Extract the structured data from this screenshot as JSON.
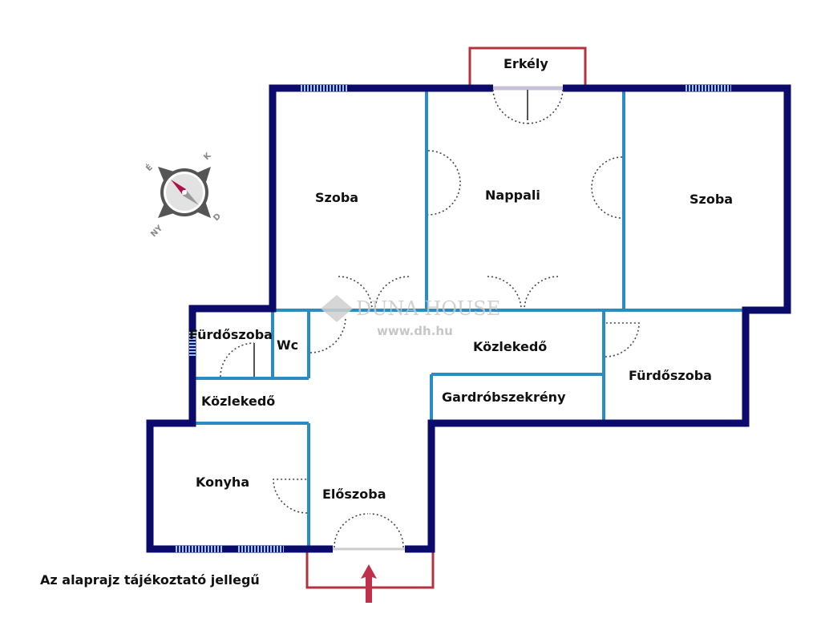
{
  "rooms": {
    "balcony": "Erkély",
    "room_left": "Szoba",
    "living": "Nappali",
    "room_right": "Szoba",
    "bathroom_left": "Fürdőszoba",
    "wc": "Wc",
    "hall_top": "Közlekedő",
    "hall_left": "Közlekedő",
    "bathroom_right": "Fürdőszoba",
    "wardrobe": "Gardróbszekrény",
    "kitchen": "Konyha",
    "entry": "Előszoba"
  },
  "compass": {
    "n": "É",
    "e": "K",
    "s": "D",
    "w": "NY"
  },
  "watermark": {
    "brand": "DUNA HOUSE",
    "url": "www.dh.hu"
  },
  "note": "Az alaprajz tájékoztató jellegű",
  "colors": {
    "outer_wall": "#0b0b6b",
    "inner_wall": "#2a8cc4",
    "accent": "#b5313f"
  }
}
